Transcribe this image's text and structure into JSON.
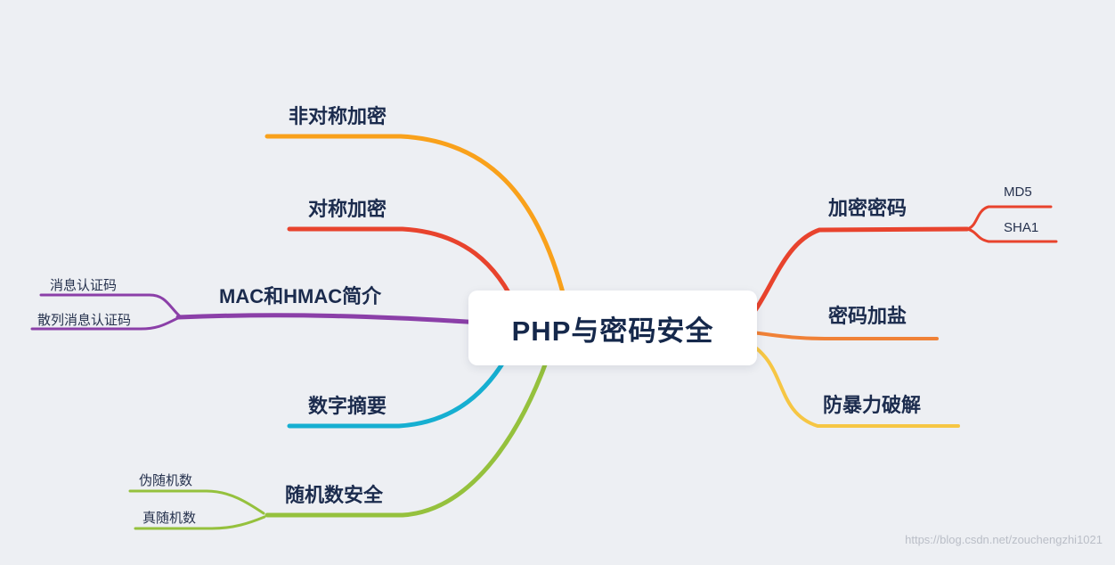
{
  "background": "#edeff3",
  "center": {
    "label": "PHP与密码安全",
    "bg": "#ffffff"
  },
  "branches": {
    "asymmetric": {
      "label": "非对称加密",
      "color": "#f9a11b"
    },
    "symmetric": {
      "label": "对称加密",
      "color": "#e8432d"
    },
    "mac": {
      "label": "MAC和HMAC简介",
      "color": "#8b3fa8",
      "children": {
        "msg_auth": {
          "label": "消息认证码"
        },
        "hash_msg_auth": {
          "label": "散列消息认证码"
        }
      }
    },
    "digest": {
      "label": "数字摘要",
      "color": "#16afd1"
    },
    "random": {
      "label": "随机数安全",
      "color": "#95c13d",
      "children": {
        "pseudo": {
          "label": "伪随机数"
        },
        "true_random": {
          "label": "真随机数"
        }
      }
    },
    "encrypt_password": {
      "label": "加密密码",
      "color": "#e8432d",
      "children": {
        "md5": {
          "label": "MD5"
        },
        "sha1": {
          "label": "SHA1"
        }
      }
    },
    "salt": {
      "label": "密码加盐",
      "color": "#f08137"
    },
    "brute_force": {
      "label": "防暴力破解",
      "color": "#f6c644"
    }
  },
  "watermark": "https://blog.csdn.net/zouchengzhi1021"
}
